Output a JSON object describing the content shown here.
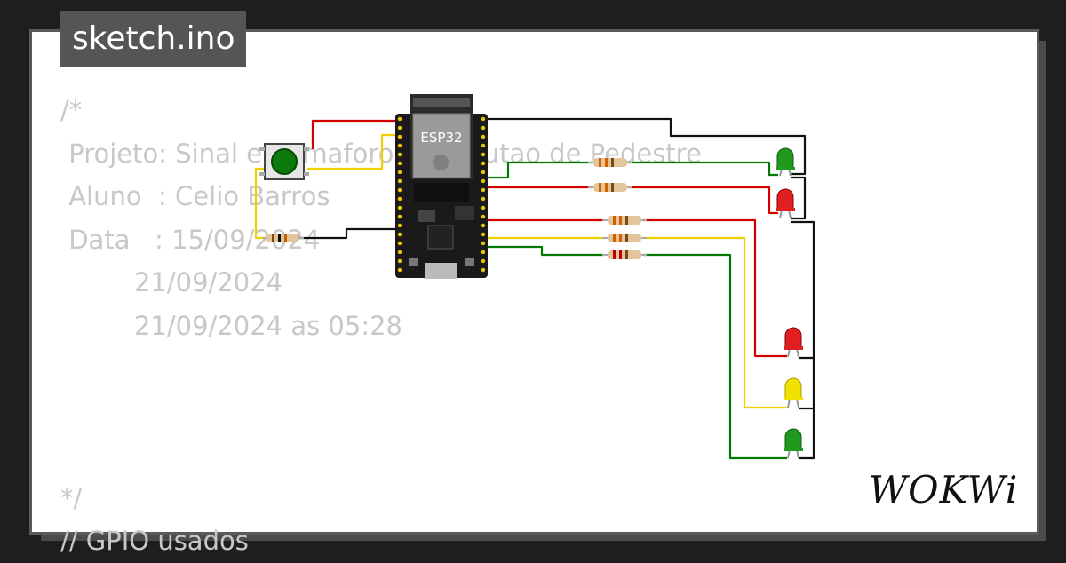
{
  "tab": {
    "label": "sketch.ino"
  },
  "code_lines": [
    "/*",
    " Projeto: Sinal e Semaforo com Butao de Pedestre",
    " Aluno  : Celio Barros",
    " Data   : 15/09/2024",
    "         21/09/2024",
    "         21/09/2024 as 05:28",
    "",
    "",
    "",
    "*/",
    "// GPIO usados"
  ],
  "board": {
    "label": "ESP32"
  },
  "brand": {
    "logo_text": "WOKWi"
  },
  "colors": {
    "background": "#1e1e1e",
    "card": "#ffffff",
    "code_text": "#c8c8c8",
    "tab_bg": "#555555",
    "wire_red": "#d40000",
    "wire_yellow": "#f0d000",
    "wire_green": "#007a00",
    "wire_black": "#111111"
  },
  "components": {
    "leds": [
      "green",
      "red",
      "red",
      "yellow",
      "green"
    ],
    "resistors": 6,
    "pushbutton_color": "green"
  }
}
